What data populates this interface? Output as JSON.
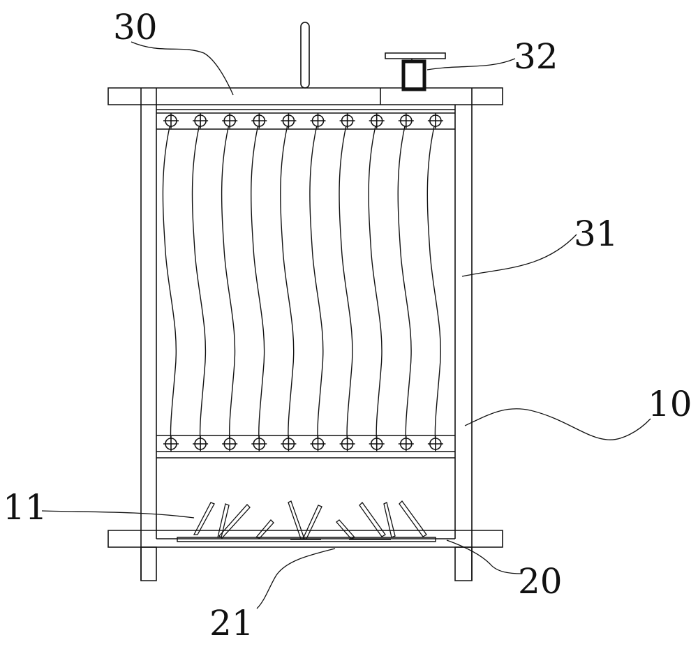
{
  "labels": {
    "l30": "30",
    "l32": "32",
    "l31": "31",
    "l10": "10",
    "l11": "11",
    "l20": "20",
    "l21": "21"
  },
  "colors": {
    "stroke": "#111111",
    "background": "#ffffff"
  },
  "counts": {
    "wave_rows": 10
  }
}
